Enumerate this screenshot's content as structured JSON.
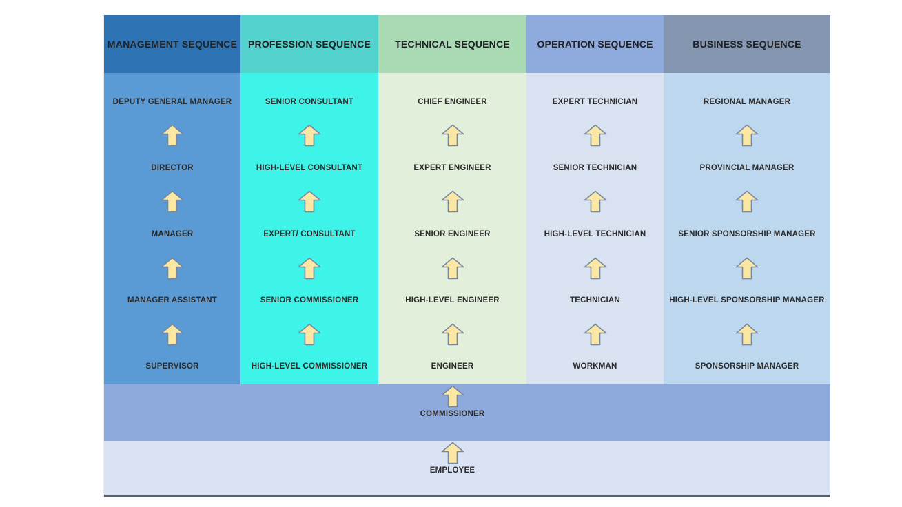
{
  "diagram": {
    "title": "career-sequence-progression-diagram",
    "background": "#ffffff",
    "text_color": "#2b2b2b",
    "baseline_color": "#596270",
    "arrow": {
      "icon": "up-arrow-icon",
      "fill": "#fbe7a4",
      "stroke": "#76879e"
    },
    "columns": [
      {
        "title": "MANAGEMENT SEQUENCE",
        "header_color": "#2e74b5",
        "body_color": "#5b9bd5",
        "levels": [
          "DEPUTY GENERAL MANAGER",
          "DIRECTOR",
          "MANAGER",
          "MANAGER ASSISTANT",
          "SUPERVISOR"
        ]
      },
      {
        "title": "PROFESSION SEQUENCE",
        "header_color": "#54d2ce",
        "body_color": "#3ef3e7",
        "levels": [
          "SENIOR CONSULTANT",
          "HIGH-LEVEL CONSULTANT",
          "EXPERT/ CONSULTANT",
          "SENIOR COMMISSIONER",
          "HIGH-LEVEL COMMISSIONER"
        ]
      },
      {
        "title": "TECHNICAL SEQUENCE",
        "header_color": "#aadab4",
        "body_color": "#e2efda",
        "levels": [
          "CHIEF ENGINEER",
          "EXPERT ENGINEER",
          "SENIOR ENGINEER",
          "HIGH-LEVEL ENGINEER",
          "ENGINEER"
        ]
      },
      {
        "title": "OPERATION SEQUENCE",
        "header_color": "#8faadc",
        "body_color": "#d9e2f1",
        "levels": [
          "EXPERT TECHNICIAN",
          "SENIOR TECHNICIAN",
          "HIGH-LEVEL TECHNICIAN",
          "TECHNICIAN",
          "WORKMAN"
        ]
      },
      {
        "title": "BUSINESS SEQUENCE",
        "header_color": "#8496b0",
        "body_color": "#bdd7ee",
        "levels": [
          "REGIONAL MANAGER",
          "PROVINCIAL MANAGER",
          "SENIOR SPONSORSHIP MANAGER",
          "HIGH-LEVEL SPONSORSHIP MANAGER",
          "SPONSORSHIP MANAGER"
        ]
      }
    ],
    "base_levels": [
      {
        "label": "COMMISSIONER",
        "band_color": "#8ea9dc"
      },
      {
        "label": "EMPLOYEE",
        "band_color": "#dae3f3"
      }
    ]
  }
}
